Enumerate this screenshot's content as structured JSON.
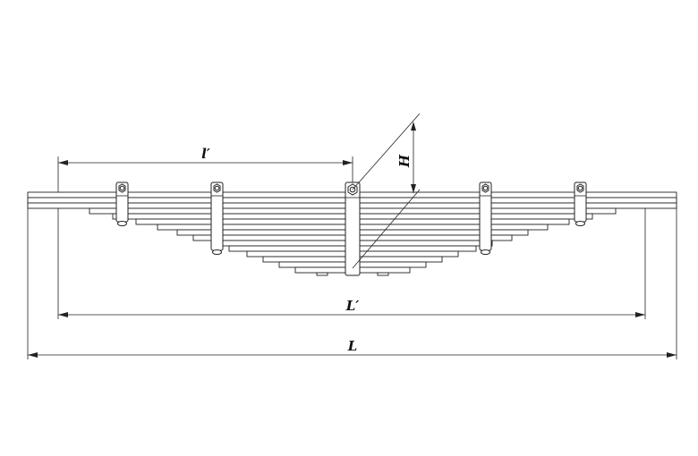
{
  "labels": {
    "half_length": "l′",
    "dimension_H": "H",
    "inner_length": "L′",
    "total_length": "L"
  },
  "colors": {
    "line": "#222222",
    "background": "#ffffff"
  }
}
